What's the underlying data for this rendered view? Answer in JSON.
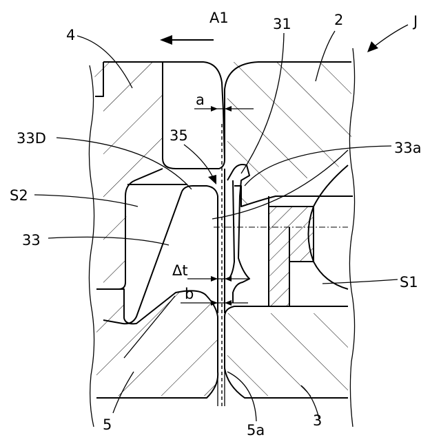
{
  "labels": {
    "arrow": "A1",
    "figure_ref": "J",
    "part_4": "4",
    "part_2": "2",
    "part_31": "31",
    "gap_a": "a",
    "part_33D": "33D",
    "part_35": "35",
    "part_33a": "33a",
    "space_S2": "S2",
    "part_33": "33",
    "delta_t": "Δt",
    "space_S1": "S1",
    "gap_b": "b",
    "part_5": "5",
    "part_5a": "5a",
    "part_3": "3"
  }
}
